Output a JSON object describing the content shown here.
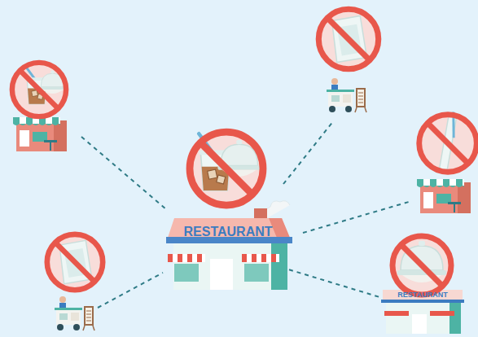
{
  "diagram": {
    "nodes": [
      {
        "text": [
          "RESTAURANT"
        ]
      },
      {
        "text": [
          "RESTAURANT"
        ]
      }
    ],
    "edges": [
      {
        "from": 0,
        "to": 1,
        "arrow": "none"
      }
    ]
  }
}
